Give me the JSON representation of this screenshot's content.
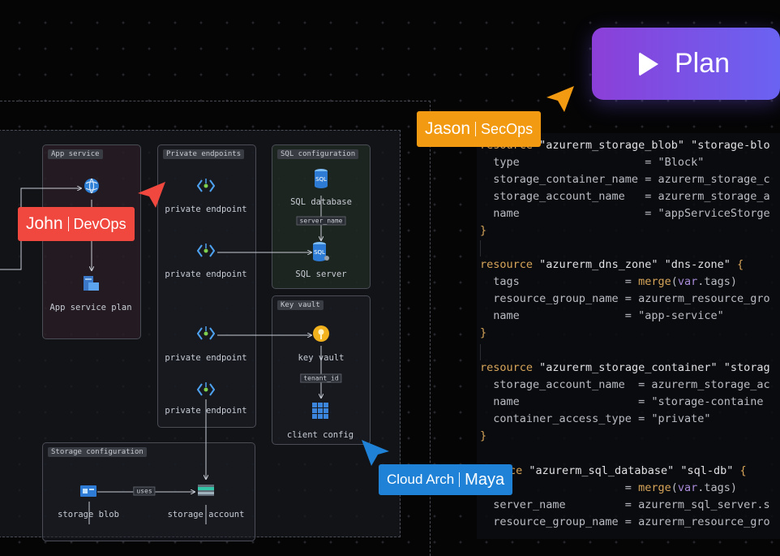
{
  "plan_button": {
    "label": "Plan",
    "color_from": "#8b3fd8",
    "color_to": "#6a63f2",
    "icon": "play-icon"
  },
  "cursors": [
    {
      "name": "Jason",
      "role": "SecOps",
      "color": "#f29a12"
    },
    {
      "name": "John",
      "role": "DevOps",
      "color": "#f0483e"
    },
    {
      "name": "Cloud Arch",
      "role": "Maya",
      "color": "#1f82d6"
    }
  ],
  "groups": {
    "app_service": "App service",
    "private_endpoints": "Private endpoints",
    "sql_configuration": "SQL configuration",
    "key_vault": "Key vault",
    "storage_configuration": "Storage configuration"
  },
  "nodes": {
    "app_service_plan": "App service plan",
    "pe1": "private endpoint",
    "pe2": "private endpoint",
    "pe3": "private endpoint",
    "pe4": "private endpoint",
    "sql_database": "SQL database",
    "sql_server": "SQL server",
    "key_vault": "key vault",
    "client_config": "client config",
    "storage_blob": "storage blob",
    "storage_account": "storage account",
    "sql_icon_text": "SQL"
  },
  "edge_labels": {
    "server_name": "server_name",
    "tenant_id": "tenant_id",
    "uses": "uses"
  },
  "code": {
    "l1_kw": "resource",
    "l1_rest": " \"azurerm_storage_blob\" \"storage-blo",
    "l2": "  type                   = \"Block\"",
    "l3": "  storage_container_name = azurerm_storage_c",
    "l4": "  storage_account_name   = azurerm_storage_a",
    "l5": "  name                   = \"appServiceStorge",
    "l6": "}",
    "l7_kw": "resource",
    "l7_rest": " \"azurerm_dns_zone\" \"dns-zone\" ",
    "l7_brace": "{",
    "l8_a": "  tags                = ",
    "l8_fn": "merge",
    "l8_b": "(",
    "l8_var": "var",
    "l8_c": ".tags)",
    "l9": "  resource_group_name = azurerm_resource_gro",
    "l10": "  name                = \"app-service\"",
    "l11": "}",
    "l12_kw": "resource",
    "l12_rest": " \"azurerm_storage_container\" \"storag",
    "l13": "  storage_account_name  = azurerm_storage_ac",
    "l14": "  name                  = \"storage-containe",
    "l15": "  container_access_type = \"private\"",
    "l16": "}",
    "l17_kw": "ce",
    "l17_rest": " \"azurerm_sql_database\" \"sql-db\" ",
    "l17_brace": "{",
    "l18_a": "  s                   = ",
    "l18_fn": "merge",
    "l18_b": "(",
    "l18_var": "var",
    "l18_c": ".tags)",
    "l19": "  server_name         = azurerm_sql_server.s",
    "l20": "  resource_group_name = azurerm_resource_gro"
  }
}
